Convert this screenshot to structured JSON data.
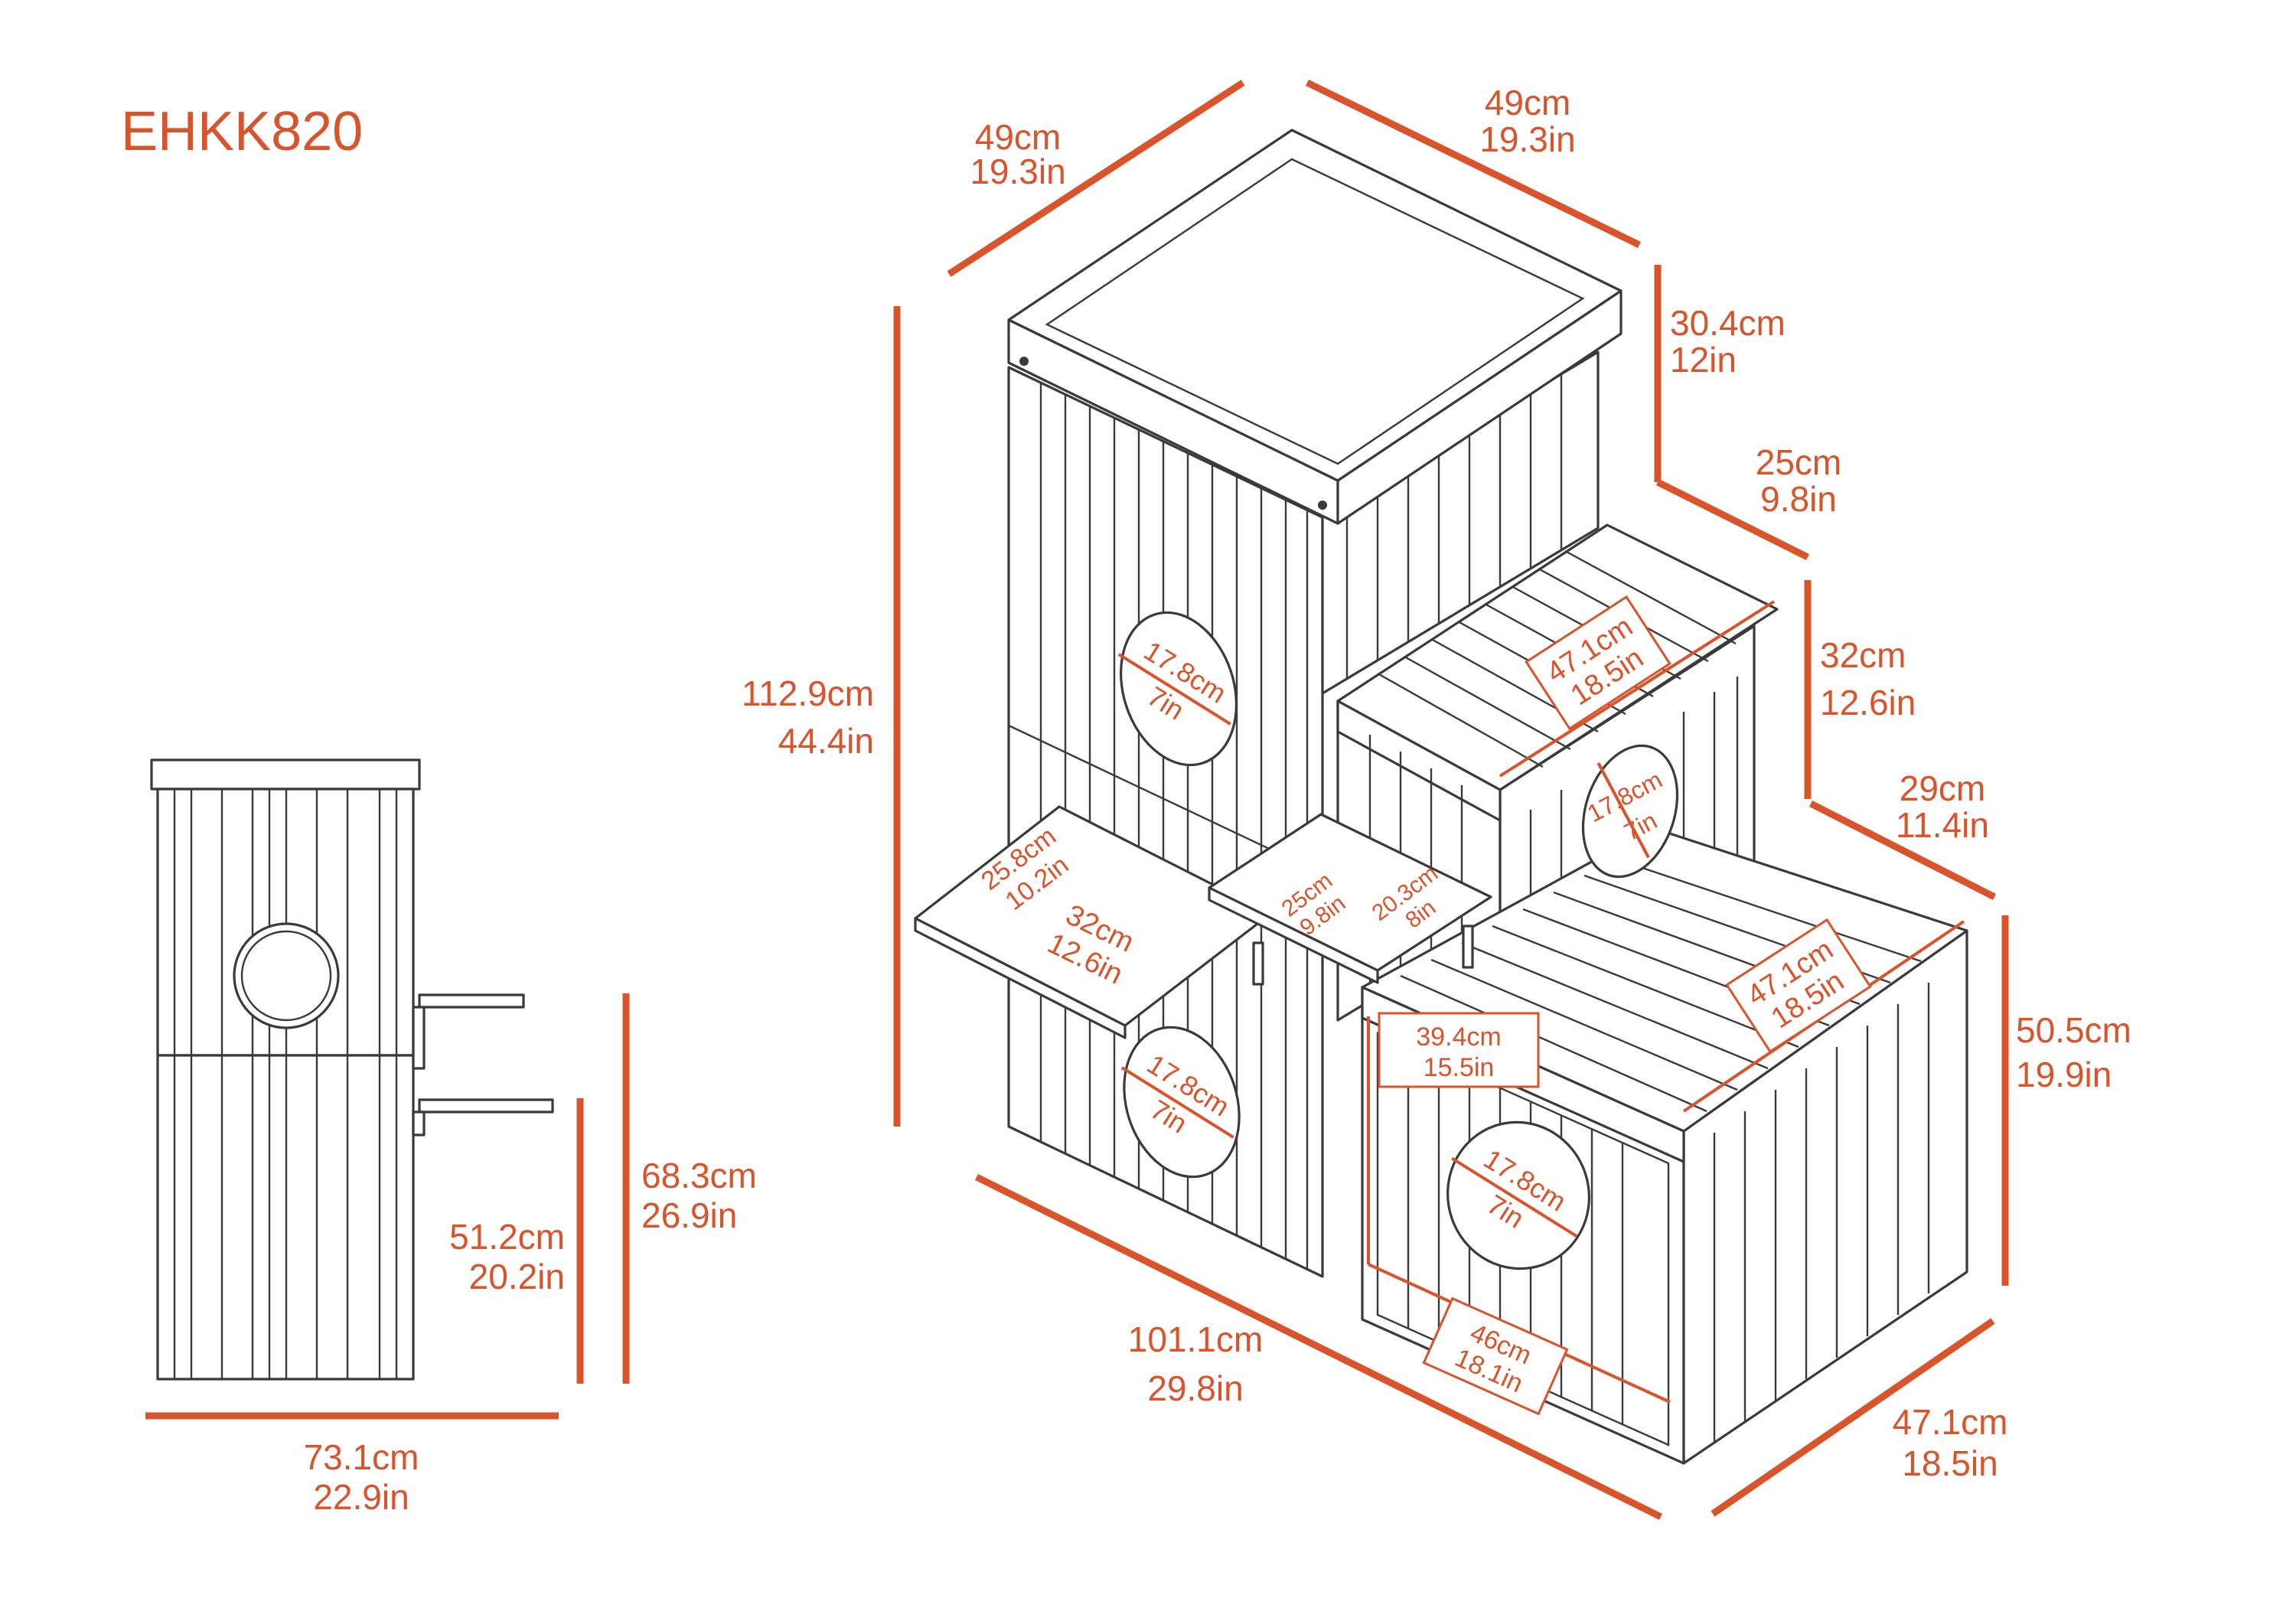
{
  "model": "EHKK820",
  "colors": {
    "accent": "#d9532b",
    "ink": "#3a3a3a",
    "background": "#ffffff"
  },
  "side_view": {
    "width": {
      "cm": "73.1cm",
      "in": "22.9in"
    },
    "shelf_height": {
      "cm": "51.2cm",
      "in": "20.2in"
    },
    "total_height": {
      "cm": "68.3cm",
      "in": "26.9in"
    }
  },
  "main_view": {
    "top_depth": {
      "cm": "49cm",
      "in": "19.3in"
    },
    "top_width": {
      "cm": "49cm",
      "in": "19.3in"
    },
    "top_step_rise": {
      "cm": "30.4cm",
      "in": "12in"
    },
    "middle_step_run": {
      "cm": "25cm",
      "in": "9.8in"
    },
    "middle_step_rise": {
      "cm": "32cm",
      "in": "12.6in"
    },
    "bottom_step_run": {
      "cm": "29cm",
      "in": "11.4in"
    },
    "bottom_height": {
      "cm": "50.5cm",
      "in": "19.9in"
    },
    "overall_height": {
      "cm": "112.9cm",
      "in": "44.4in"
    },
    "overall_length": {
      "cm": "101.1cm",
      "in": "29.8in"
    },
    "overall_depth": {
      "cm": "47.1cm",
      "in": "18.5in"
    },
    "middle_step_width": {
      "cm": "47.1cm",
      "in": "18.5in"
    },
    "bottom_step_width": {
      "cm": "47.1cm",
      "in": "18.5in"
    },
    "door_upper": {
      "cm": "17.8cm",
      "in": "7in"
    },
    "door_middle": {
      "cm": "17.8cm",
      "in": "7in"
    },
    "door_lower_left": {
      "cm": "17.8cm",
      "in": "7in"
    },
    "door_lower_right": {
      "cm": "17.8cm",
      "in": "7in"
    },
    "shelf_left_depth": {
      "cm": "25.8cm",
      "in": "10.2in"
    },
    "shelf_left_width": {
      "cm": "32cm",
      "in": "12.6in"
    },
    "shelf_right_width": {
      "cm": "25cm",
      "in": "9.8in"
    },
    "shelf_right_depth": {
      "cm": "20.3cm",
      "in": "8in"
    },
    "front_opening_height": {
      "cm": "39.4cm",
      "in": "15.5in"
    },
    "front_opening_width": {
      "cm": "46cm",
      "in": "18.1in"
    }
  }
}
